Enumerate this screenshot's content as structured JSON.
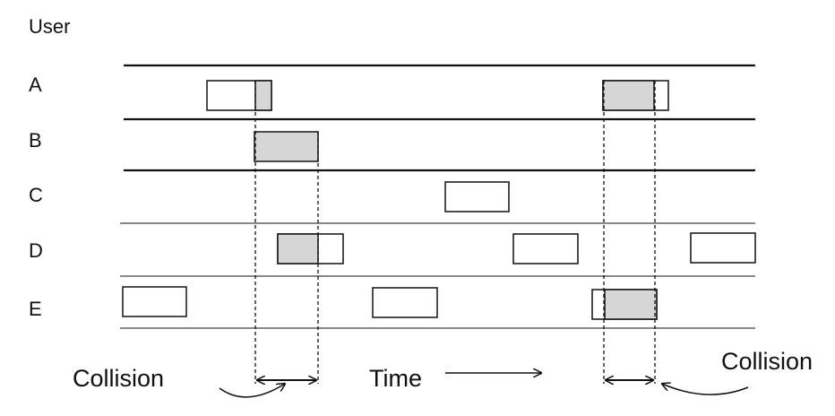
{
  "header": {
    "user_label": "User"
  },
  "rows": [
    {
      "label": "A"
    },
    {
      "label": "B"
    },
    {
      "label": "C"
    },
    {
      "label": "D"
    },
    {
      "label": "E"
    }
  ],
  "annotations": {
    "collision_left": "Collision",
    "time": "Time",
    "collision_right": "Collision"
  },
  "colors": {
    "line": "#111111",
    "packet_fill": "#ffffff",
    "collided_fill": "#d6d6d6"
  }
}
